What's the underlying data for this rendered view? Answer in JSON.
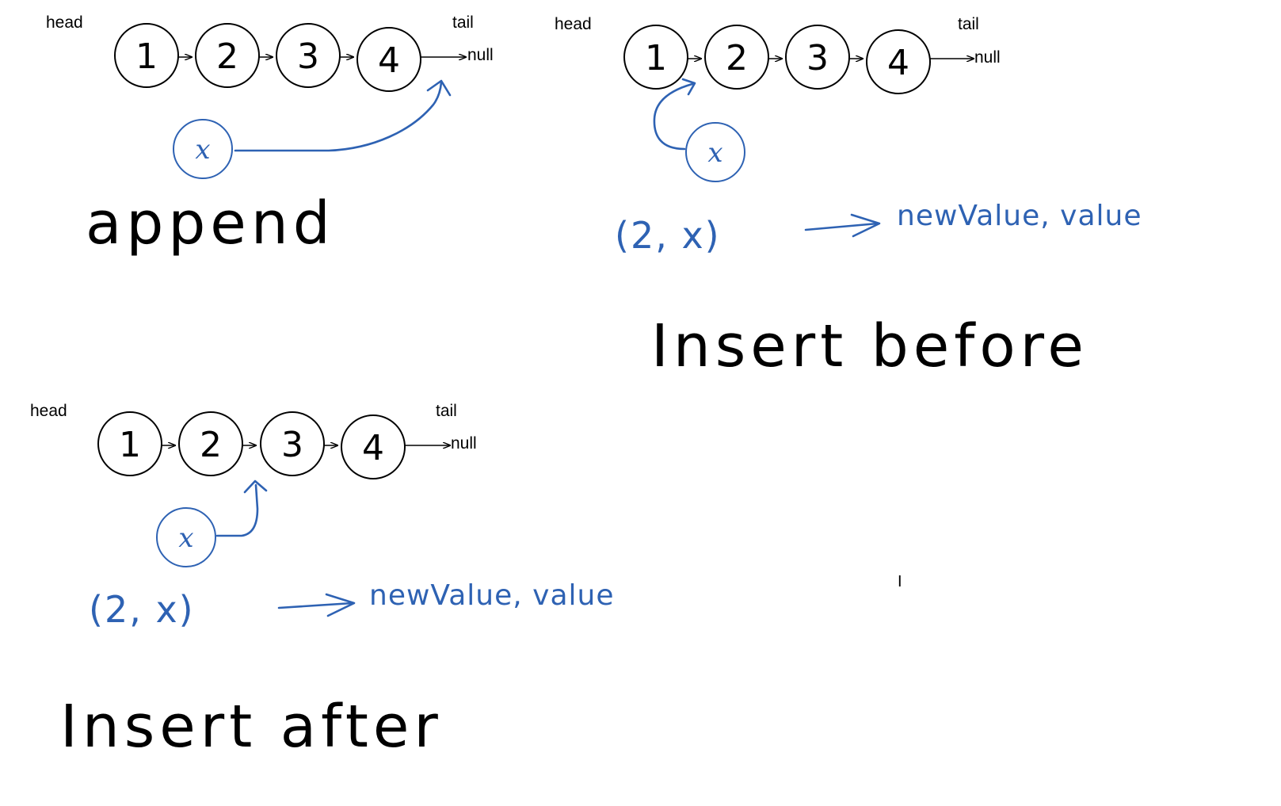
{
  "colors": {
    "ink": "#000000",
    "blue": "#2e62b3"
  },
  "panels": {
    "append": {
      "head_label": "head",
      "tail_label": "tail",
      "null_label": "null",
      "nodes": [
        "1",
        "2",
        "3",
        "4"
      ],
      "new_node": "x",
      "title": "append"
    },
    "insert_before": {
      "head_label": "head",
      "tail_label": "tail",
      "null_label": "null",
      "nodes": [
        "1",
        "2",
        "3",
        "4"
      ],
      "new_node": "x",
      "args": "(2, x)",
      "params": "newValue, value",
      "title": "Insert before"
    },
    "insert_after": {
      "head_label": "head",
      "tail_label": "tail",
      "null_label": "null",
      "nodes": [
        "1",
        "2",
        "3",
        "4"
      ],
      "new_node": "x",
      "args": "(2, x)",
      "params": "newValue, value",
      "title": "Insert after"
    }
  },
  "cursor": "I"
}
